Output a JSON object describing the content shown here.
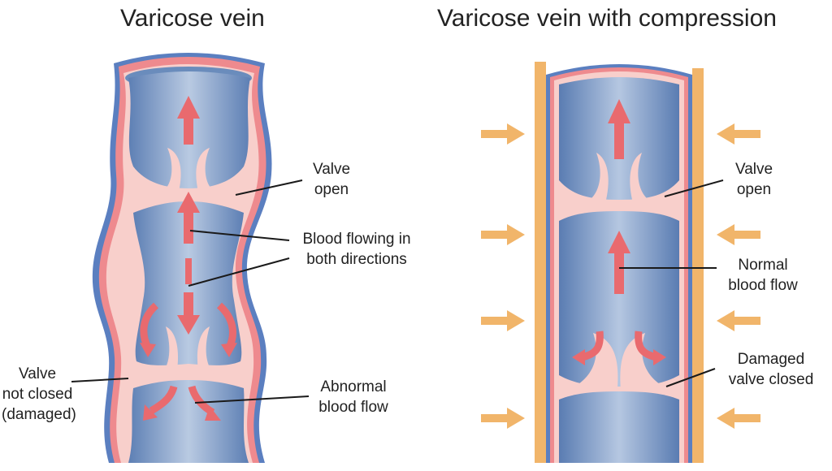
{
  "titles": {
    "left": "Varicose vein",
    "right": "Varicose vein with compression"
  },
  "left_panel": {
    "valve_open": "Valve\nopen",
    "blood_both": "Blood flowing in\nboth directions",
    "valve_not_closed": "Valve\nnot closed\n(damaged)",
    "abnormal_flow": "Abnormal\nblood flow"
  },
  "right_panel": {
    "valve_open": "Valve\nopen",
    "normal_flow": "Normal\nblood flow",
    "damaged_closed": "Damaged\nvalve closed"
  },
  "colors": {
    "vein_fill": "#6a8cbc",
    "vein_highlight": "#b7c8e0",
    "vein_outline": "#5b7fc0",
    "vein_wall": "#ee8a8e",
    "valve": "#f8cfcb",
    "flow_arrow": "#e96a6e",
    "compression": "#f1b56a",
    "leader_line": "#1a1a1a"
  }
}
